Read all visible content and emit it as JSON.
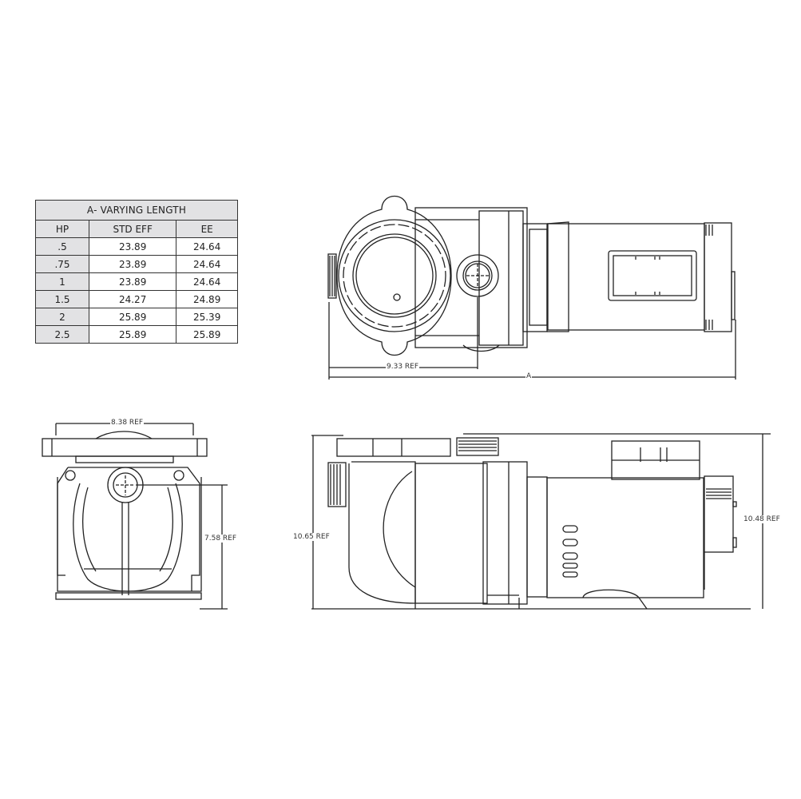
{
  "table": {
    "title": "A- VARYING LENGTH",
    "columns": [
      "HP",
      "STD EFF",
      "EE"
    ],
    "rows": [
      {
        "hp": ".5",
        "std_eff": "23.89",
        "ee": "24.64"
      },
      {
        "hp": ".75",
        "std_eff": "23.89",
        "ee": "24.64"
      },
      {
        "hp": "1",
        "std_eff": "23.89",
        "ee": "24.64"
      },
      {
        "hp": "1.5",
        "std_eff": "24.27",
        "ee": "24.89"
      },
      {
        "hp": "2",
        "std_eff": "25.89",
        "ee": "25.39"
      },
      {
        "hp": "2.5",
        "std_eff": "25.89",
        "ee": "25.89"
      }
    ]
  },
  "dimensions": {
    "top_view_inlet_to_port": "9.33 REF",
    "top_view_overall": "A",
    "front_view_width": "8.38 REF",
    "front_view_port_height": "7.58 REF",
    "side_view_height_left": "10.65 REF",
    "side_view_height_right": "10.48 REF"
  },
  "views": [
    "top-view",
    "front-view",
    "side-view"
  ],
  "colors": {
    "line": "#222222",
    "table_header_bg": "#e2e2e4",
    "background": "#ffffff"
  }
}
